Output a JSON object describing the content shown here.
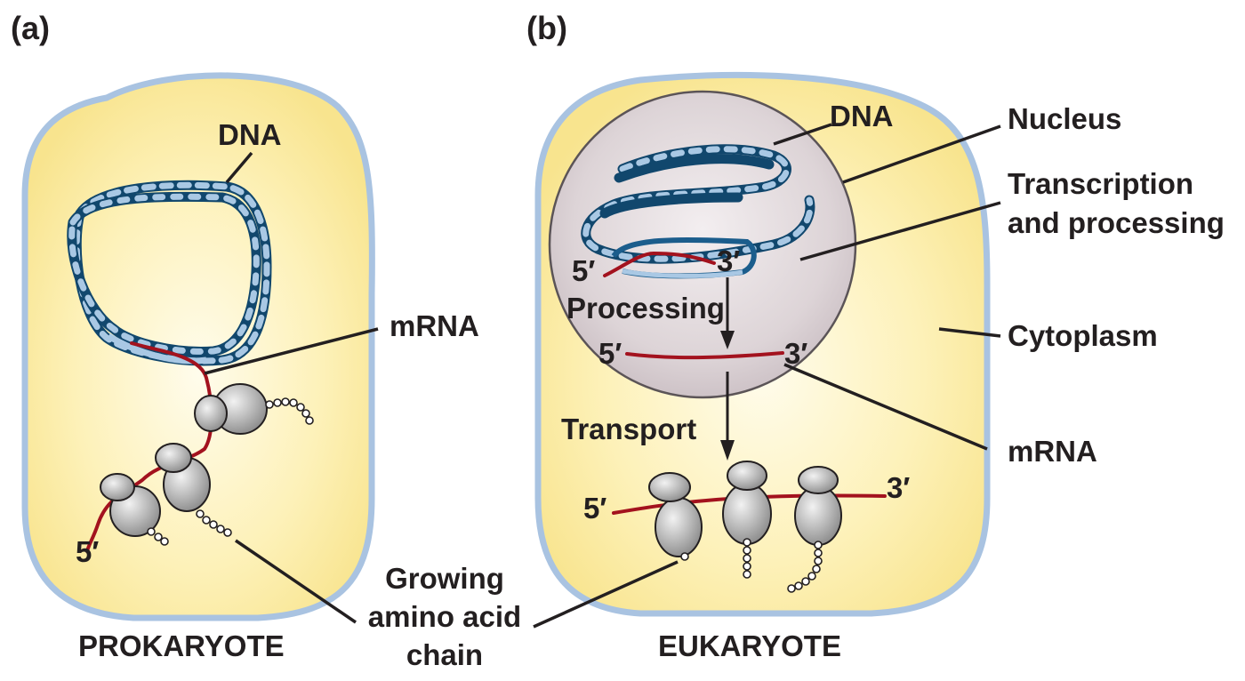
{
  "panels": {
    "a": {
      "label": "(a)",
      "title": "PROKARYOTE",
      "dna": "DNA",
      "mrna": "mRNA",
      "five_prime": "5′",
      "growing_chain": [
        "Growing",
        "amino acid",
        "chain"
      ]
    },
    "b": {
      "label": "(b)",
      "title": "EUKARYOTE",
      "dna": "DNA",
      "nucleus": "Nucleus",
      "transcription": [
        "Transcription",
        "and processing"
      ],
      "cytoplasm": "Cytoplasm",
      "mrna": "mRNA",
      "processing": "Processing",
      "transport": "Transport",
      "nuc_five_prime": "5′",
      "nuc_three_prime": "3′",
      "mid_five_prime": "5′",
      "mid_three_prime": "3′",
      "cyto_five_prime": "5′",
      "cyto_three_prime": "3′"
    }
  },
  "colors": {
    "cell_fill": "#fbeda6",
    "cell_center": "#fffbe8",
    "cell_membrane": "#a9c3e1",
    "nucleus_fill": "#d9d0d3",
    "dna_dark": "#1b5d8c",
    "dna_light": "#a9c8e4",
    "mrna": "#a3121e",
    "ribosome": "#a8a8a8"
  }
}
